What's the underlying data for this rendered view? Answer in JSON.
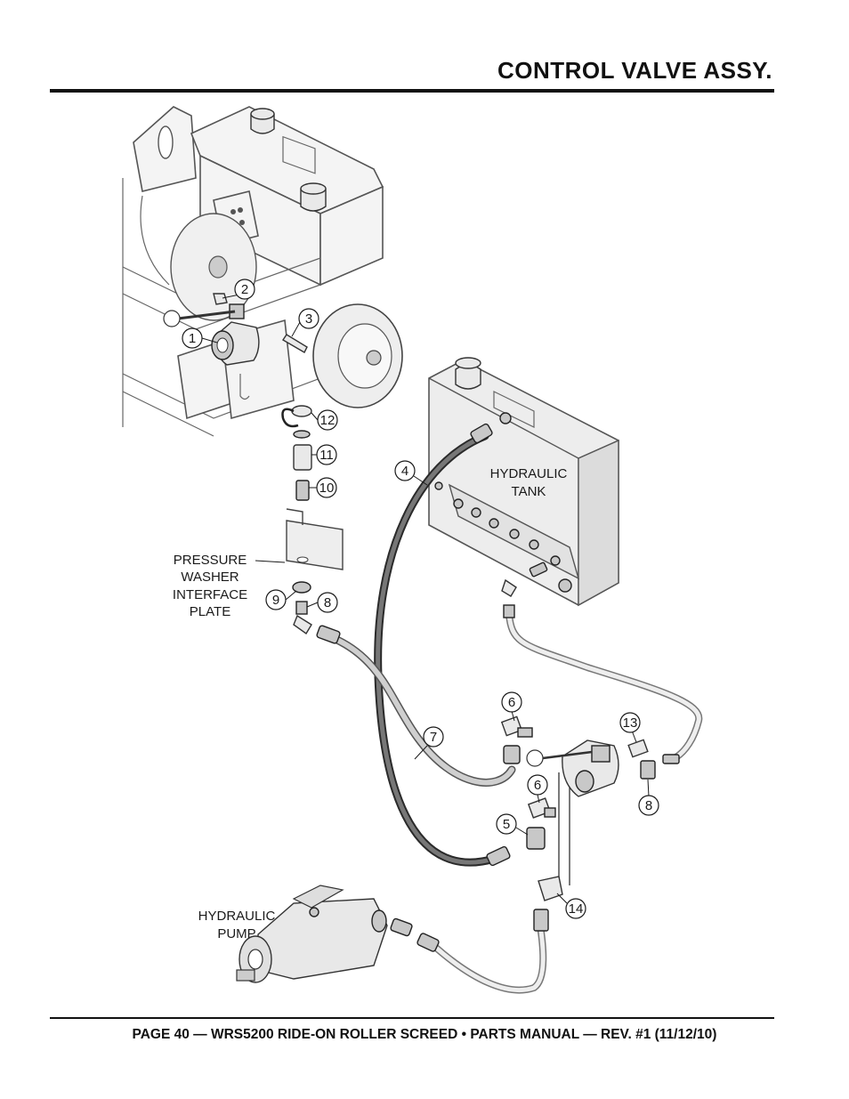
{
  "header": {
    "title": "CONTROL VALVE ASSY."
  },
  "footer": {
    "text": "PAGE 40 — WRS5200 RIDE-ON ROLLER SCREED • PARTS MANUAL — REV. #1 (11/12/10)"
  },
  "labels": {
    "hydraulic_tank": [
      "HYDRAULIC",
      "TANK"
    ],
    "pressure_plate": [
      "PRESSURE",
      "WASHER",
      "INTERFACE",
      "PLATE"
    ],
    "hydraulic_pump": [
      "HYDRAULIC",
      "PUMP"
    ]
  },
  "callouts": [
    "1",
    "2",
    "3",
    "4",
    "5",
    "6",
    "6",
    "7",
    "8",
    "8",
    "9",
    "10",
    "11",
    "12",
    "13",
    "14"
  ]
}
